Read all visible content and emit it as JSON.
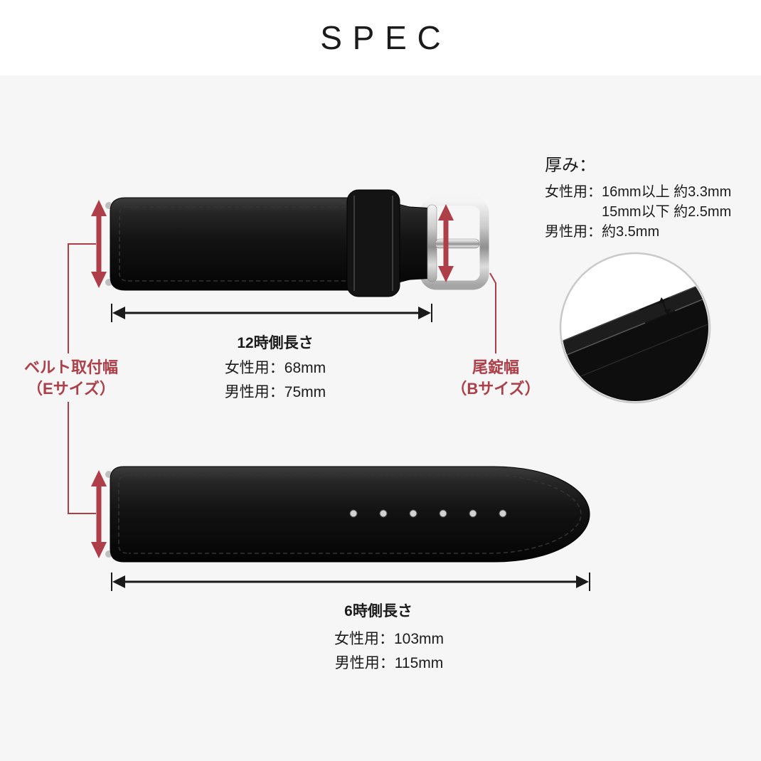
{
  "header": {
    "title": "SPEC"
  },
  "colors": {
    "accent_red": "#ae3e47",
    "strap_black": "#111111",
    "buckle_silver": "#c0c0c0",
    "background": "#f6f6f6",
    "header_background": "#ffffff"
  },
  "thickness_note": {
    "title": "厚み：",
    "line1": "女性用：16mm以上 約3.3mm",
    "line2": "15mm以下 約2.5mm",
    "line3": "男性用：約3.5mm"
  },
  "belt_attachment_width_label": {
    "line1": "ベルト取付幅",
    "line2": "（Eサイズ）"
  },
  "buckle_width_label": {
    "line1": "尾錠幅",
    "line2": "（Bサイズ）"
  },
  "twelve_oclock_side": {
    "title": "12時側長さ",
    "female": "女性用：68mm",
    "male": "男性用：75mm"
  },
  "six_oclock_side": {
    "title": "6時側長さ",
    "female": "女性用：103mm",
    "male": "男性用：115mm"
  }
}
